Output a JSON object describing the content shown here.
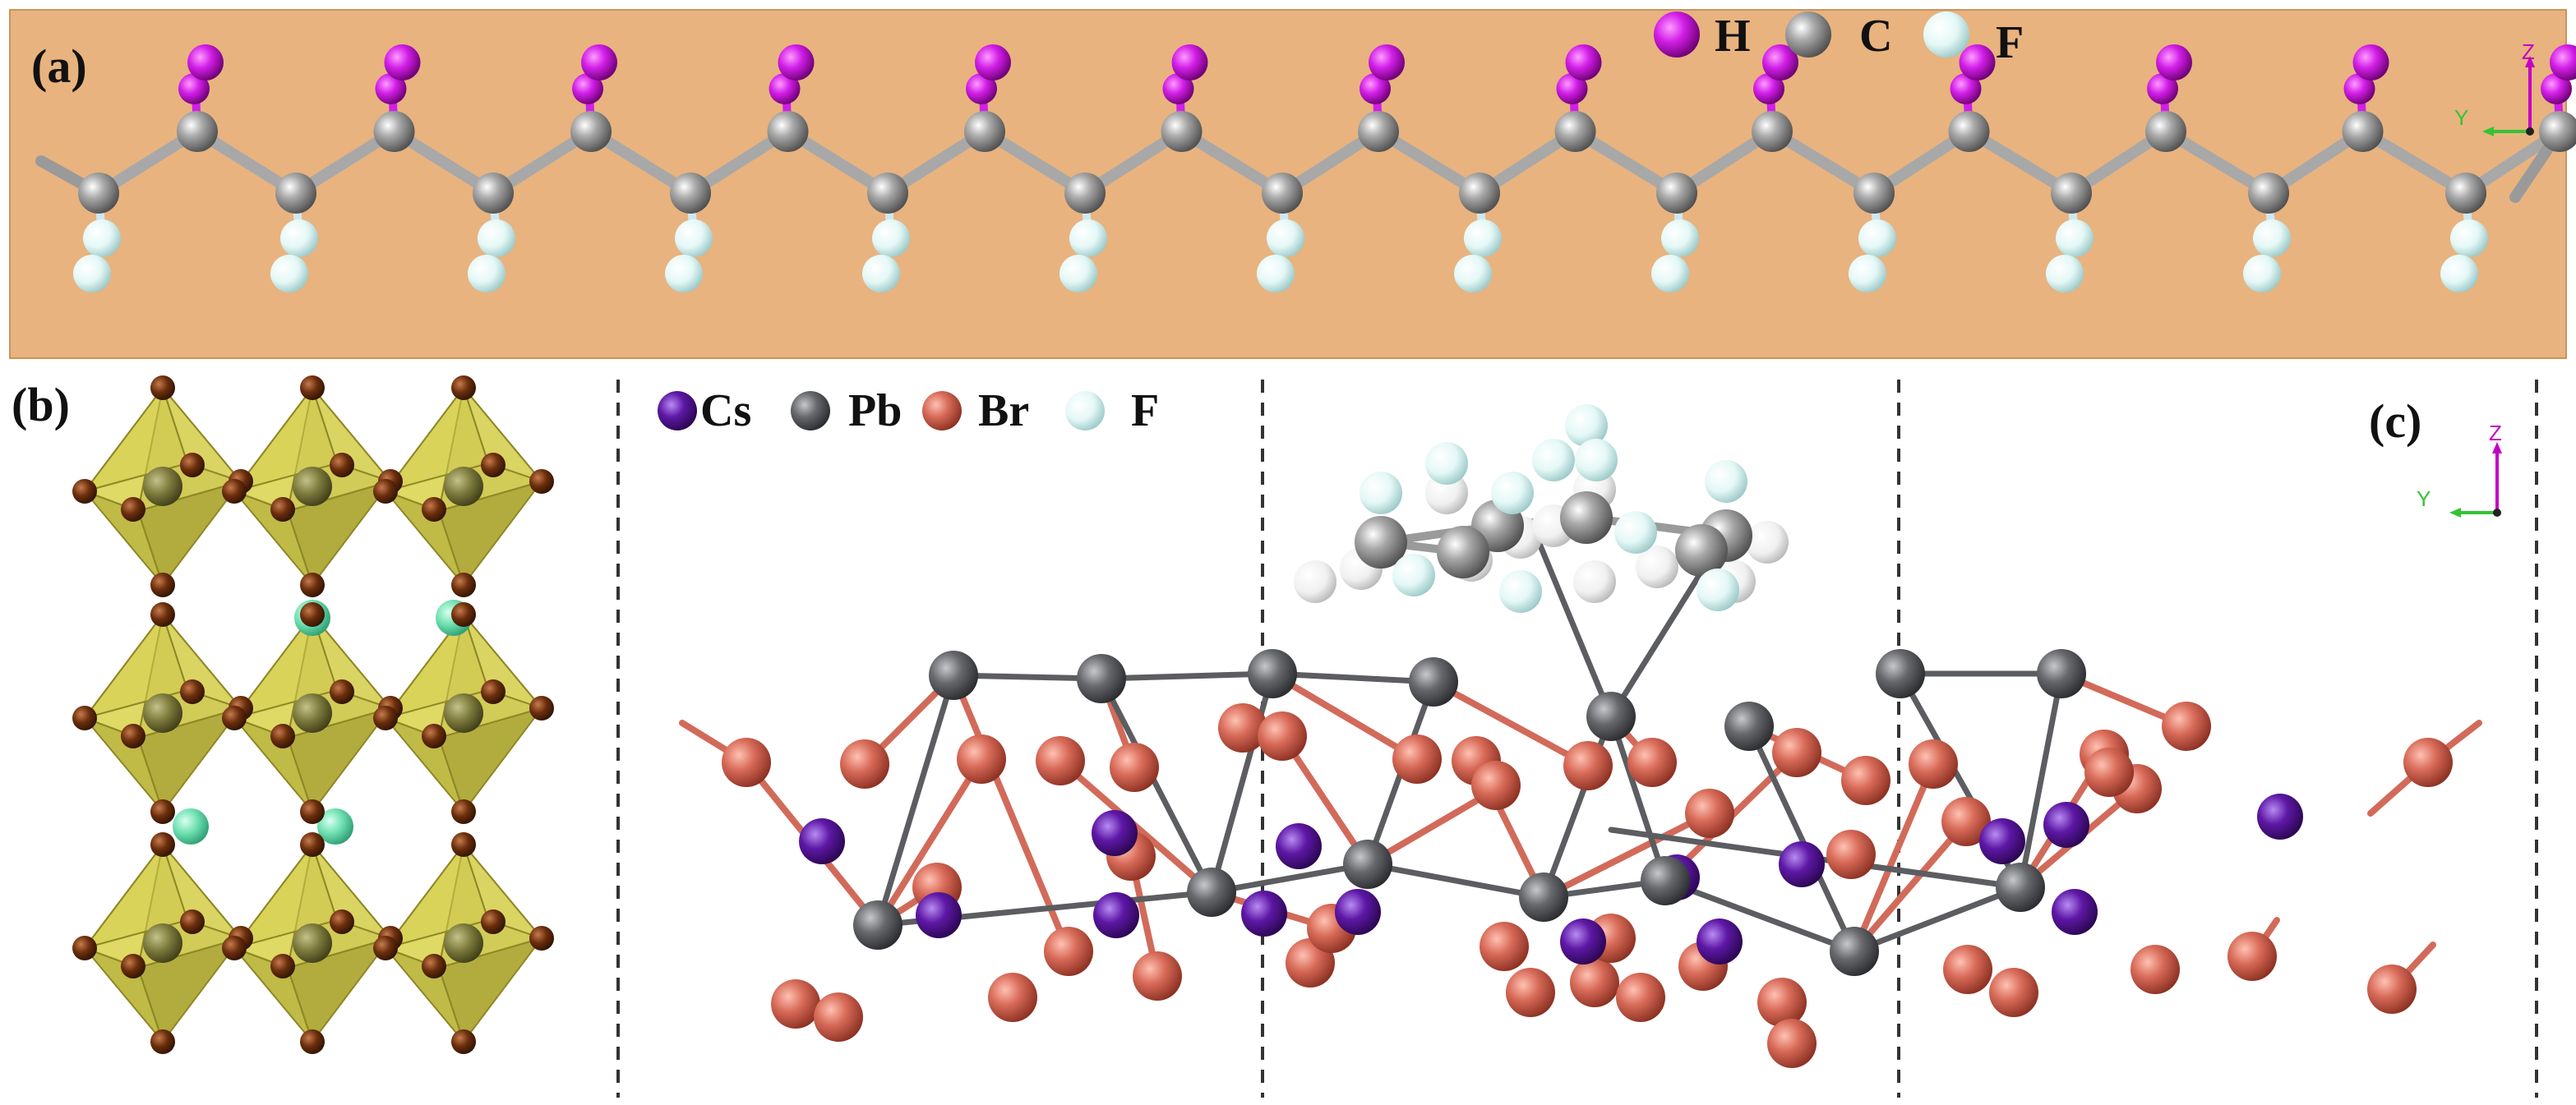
{
  "panels": {
    "a": {
      "label": "(a)",
      "background": "#e8b37f",
      "legend": [
        {
          "symbol": "H",
          "color": "#a0007a"
        },
        {
          "symbol": "C",
          "color": "#9c9c9c"
        },
        {
          "symbol": "F",
          "color": "#cfe8ef"
        }
      ],
      "axes": {
        "z": "Z",
        "y": "Y"
      }
    },
    "b": {
      "label": "(b)",
      "octahedron_color": "#c9c23a",
      "pb_color": "#7c7a3c",
      "br_color": "#6b2e0c",
      "cs_color": "#6ee0b0"
    },
    "c": {
      "label": "(c)",
      "legend": [
        {
          "symbol": "Cs",
          "color": "#5a169b"
        },
        {
          "symbol": "Pb",
          "color": "#707070"
        },
        {
          "symbol": "Br",
          "color": "#8a4318"
        },
        {
          "symbol": "F",
          "color": "#b9e4ec"
        }
      ],
      "axes": {
        "z": "Z",
        "y": "Y"
      }
    }
  },
  "colors": {
    "H": "#c71ee6",
    "C": "#9a9a9a",
    "F": "#dff6f4",
    "Cs": "#5e18a6",
    "Pb": "#66686c",
    "Br": "#d86a58",
    "H_white": "#f4f4f4",
    "bond": "#b8b8b8",
    "br_bond": "#d26a5a"
  }
}
